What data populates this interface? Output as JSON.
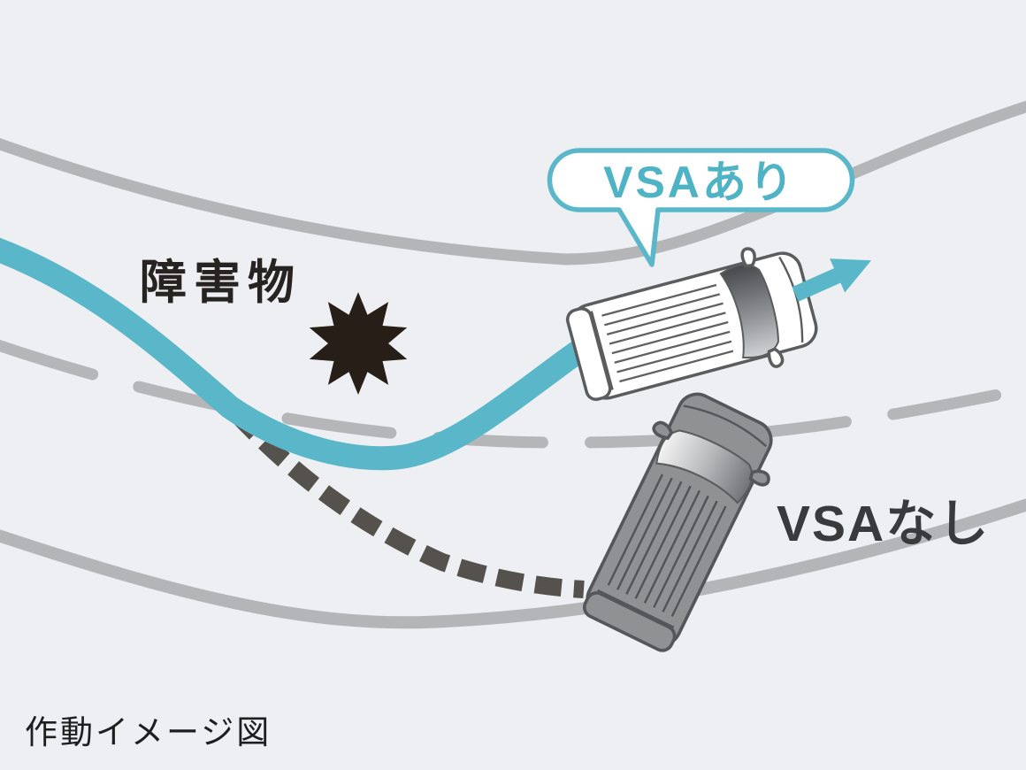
{
  "diagram": {
    "caption": "作動イメージ図",
    "callout_vsa_on": "VSAあり",
    "label_vsa_off": "VSAなし",
    "label_obstacle": "障害物",
    "colors": {
      "background": "#edeff3",
      "accent_teal": "#5ab7c9",
      "road_line_gray": "#b3b5b7",
      "lane_dash_gray": "#b4b6b8",
      "skid_dash_dark": "#55514c",
      "impact_star": "#271e18",
      "obstacle_label_dark": "#262321",
      "vsa_off_label_dark": "#3a3a3c",
      "van_with_vsa_body": "#ffffff",
      "van_without_vsa_body": "#8f9193",
      "vehicle_outline": "#5b5c5e"
    }
  }
}
